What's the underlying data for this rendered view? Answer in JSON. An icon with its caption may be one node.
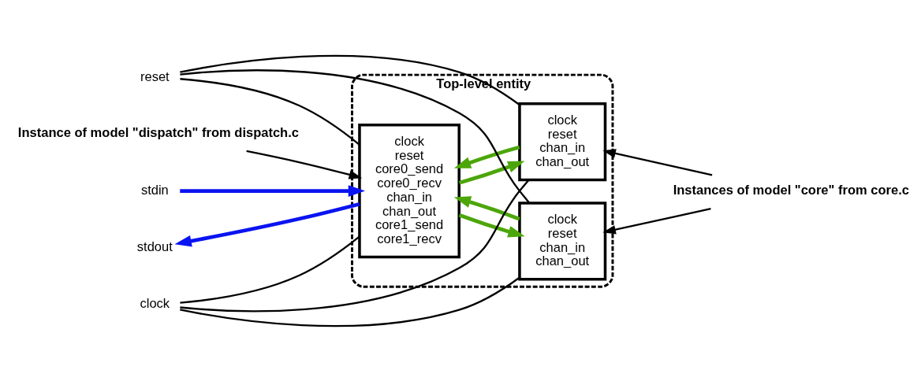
{
  "diagram": {
    "nodes": [
      {
        "text": [
          "Top-level entity"
        ]
      },
      {
        "text": [
          "clock",
          "reset",
          "core0_send",
          "core0_recv",
          "chan_in",
          "chan_out",
          "core1_send",
          "core1_recv"
        ],
        "in": 0
      },
      {
        "text": [
          "clock",
          "reset",
          "chan_in",
          "chan_out"
        ],
        "in": 0
      },
      {
        "text": [
          "clock",
          "reset",
          "chan_in",
          "chan_out"
        ],
        "in": 0
      },
      {
        "text": [
          "reset"
        ]
      },
      {
        "text": [
          "clock"
        ]
      },
      {
        "text": [
          "stdin"
        ]
      },
      {
        "text": [
          "stdout"
        ]
      },
      {
        "text": [
          "Instance of model \"dispatch\" from dispatch.c"
        ]
      },
      {
        "text": [
          "Instances of model \"core\" from core.c"
        ]
      }
    ],
    "edges": [
      {
        "from": 4,
        "to": 1,
        "arrow": "none"
      },
      {
        "from": 4,
        "to": 2,
        "arrow": "none"
      },
      {
        "from": 4,
        "to": 3,
        "arrow": "none"
      },
      {
        "from": 5,
        "to": 1,
        "arrow": "none"
      },
      {
        "from": 5,
        "to": 2,
        "arrow": "none"
      },
      {
        "from": 5,
        "to": 3,
        "arrow": "none"
      },
      {
        "from": 1,
        "to": 2,
        "arrow": "to",
        "style": "thick",
        "color": "#4ca60a"
      },
      {
        "from": 2,
        "to": 1,
        "arrow": "to",
        "style": "thick",
        "color": "#4ca60a"
      },
      {
        "from": 1,
        "to": 3,
        "arrow": "to",
        "style": "thick",
        "color": "#4ca60a"
      },
      {
        "from": 3,
        "to": 1,
        "arrow": "to",
        "style": "thick",
        "color": "#4ca60a"
      },
      {
        "from": 6,
        "to": 1,
        "arrow": "to",
        "style": "thick",
        "color": "#0a14f0"
      },
      {
        "from": 1,
        "to": 7,
        "arrow": "to",
        "style": "thick",
        "color": "#0a14f0"
      },
      {
        "from": 8,
        "to": 1,
        "arrow": "to"
      },
      {
        "from": 9,
        "to": 2,
        "arrow": "to"
      },
      {
        "from": 9,
        "to": 3,
        "arrow": "to"
      }
    ]
  }
}
